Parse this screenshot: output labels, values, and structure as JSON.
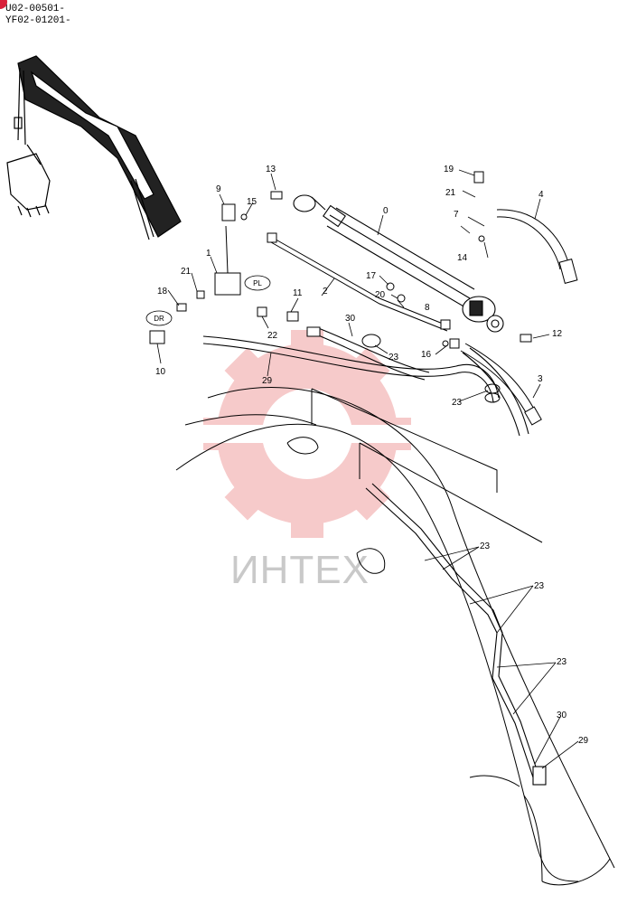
{
  "header": {
    "serial_lines": [
      "U02-00501-",
      "YF02-01201-"
    ],
    "badge_color": "#d8203a"
  },
  "watermark": {
    "text": "ИНТЕХ",
    "color": "#f0a0a0"
  },
  "tags": {
    "pl": "PL",
    "dr": "DR"
  },
  "callouts": [
    {
      "id": "0",
      "text": "0"
    },
    {
      "id": "1",
      "text": "1"
    },
    {
      "id": "2",
      "text": "2"
    },
    {
      "id": "3",
      "text": "3"
    },
    {
      "id": "4",
      "text": "4"
    },
    {
      "id": "7",
      "text": "7"
    },
    {
      "id": "8",
      "text": "8"
    },
    {
      "id": "9",
      "text": "9"
    },
    {
      "id": "10",
      "text": "10"
    },
    {
      "id": "11",
      "text": "11"
    },
    {
      "id": "12",
      "text": "12"
    },
    {
      "id": "13",
      "text": "13"
    },
    {
      "id": "14",
      "text": "14"
    },
    {
      "id": "15",
      "text": "15"
    },
    {
      "id": "16",
      "text": "16"
    },
    {
      "id": "17",
      "text": "17"
    },
    {
      "id": "18",
      "text": "18"
    },
    {
      "id": "19",
      "text": "19"
    },
    {
      "id": "20",
      "text": "20"
    },
    {
      "id": "21a",
      "text": "21"
    },
    {
      "id": "21b",
      "text": "21"
    },
    {
      "id": "22",
      "text": "22"
    },
    {
      "id": "23a",
      "text": "23"
    },
    {
      "id": "23b",
      "text": "23"
    },
    {
      "id": "23c",
      "text": "23"
    },
    {
      "id": "23d",
      "text": "23"
    },
    {
      "id": "23e",
      "text": "23"
    },
    {
      "id": "29a",
      "text": "29"
    },
    {
      "id": "29b",
      "text": "29"
    },
    {
      "id": "30a",
      "text": "30"
    },
    {
      "id": "30b",
      "text": "30"
    }
  ]
}
